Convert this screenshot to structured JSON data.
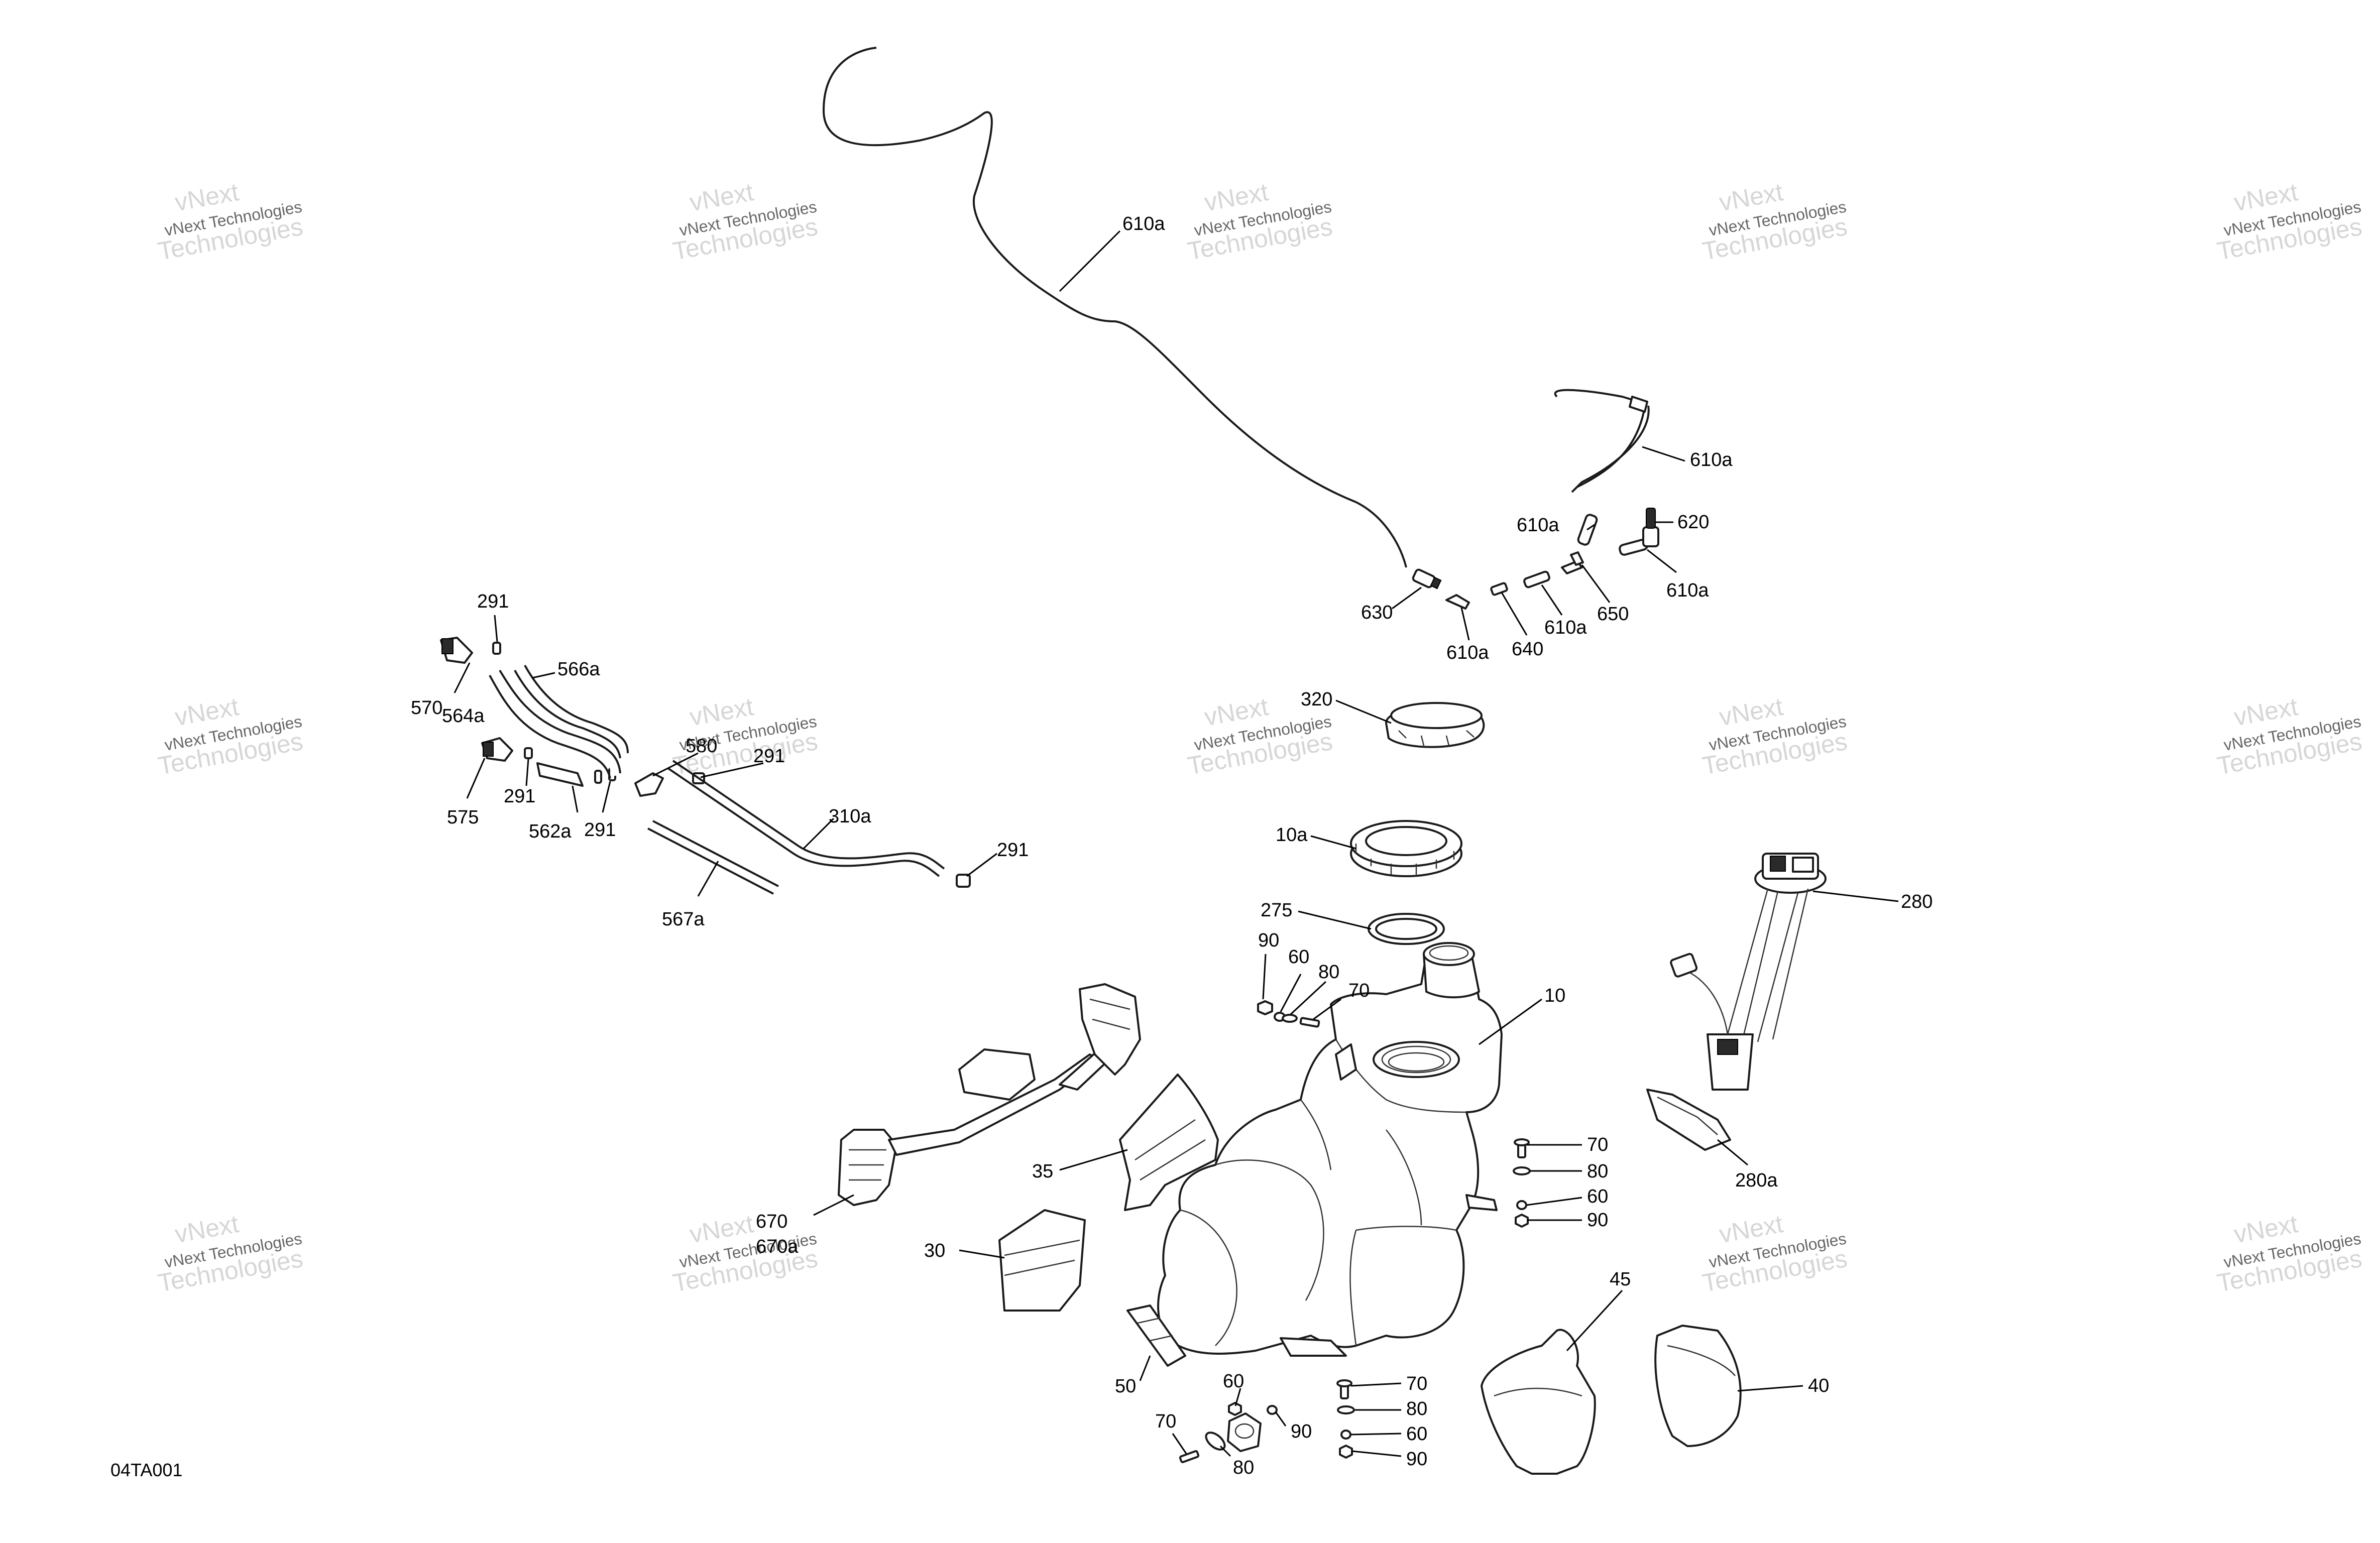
{
  "figure_code": "04TA001",
  "watermark": {
    "line_top": "vNext",
    "line_small": "vNext Technologies",
    "line_big": "Technologies"
  },
  "callouts": {
    "c610a_top": "610a",
    "c610a_r1": "610a",
    "c610a_r2": "610a",
    "c610a_r3": "610a",
    "c610a_r4": "610a",
    "c610a_r5": "610a",
    "c620": "620",
    "c630": "630",
    "c640": "640",
    "c650": "650",
    "c320": "320",
    "c10a": "10a",
    "c275": "275",
    "c280": "280",
    "c280a": "280a",
    "c10": "10",
    "c90_a": "90",
    "c60_a": "60",
    "c80_a": "80",
    "c70_a": "70",
    "c70_b": "70",
    "c80_b": "80",
    "c60_b": "60",
    "c90_b": "90",
    "c35": "35",
    "c30": "30",
    "c670": "670",
    "c670a": "670a",
    "c50": "50",
    "c60_c": "60",
    "c90_c": "90",
    "c70_c": "70",
    "c80_c": "80",
    "c70_d": "70",
    "c80_d": "80",
    "c60_d": "60",
    "c90_d": "90",
    "c45": "45",
    "c40": "40",
    "c291_a": "291",
    "c566a": "566a",
    "c570": "570",
    "c564a": "564a",
    "c575": "575",
    "c291_b": "291",
    "c562a": "562a",
    "c291_c": "291",
    "c580": "580",
    "c291_d": "291",
    "c310a": "310a",
    "c567a": "567a",
    "c291_e": "291"
  }
}
